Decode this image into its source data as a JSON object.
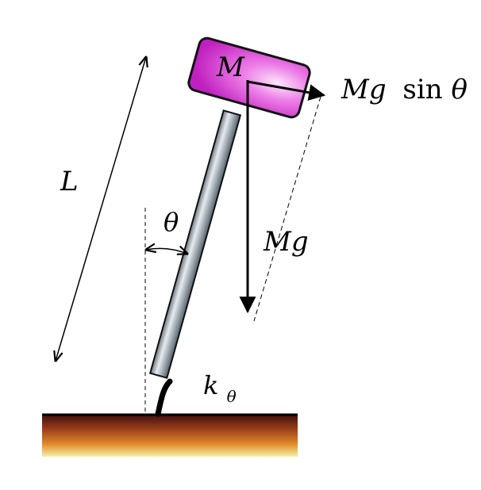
{
  "labels": {
    "length": "L",
    "mass": "M",
    "angle": "θ",
    "weight": "Mg",
    "component_main": "Mg",
    "component_func": "sin",
    "component_angle": "θ",
    "spring_k": "k",
    "spring_sub": "θ"
  },
  "colors": {
    "mass_fill_light": "#f6c7f4",
    "mass_fill": "#e63fe0",
    "mass_fill_dark": "#c020c0",
    "mass_stroke": "#111111",
    "rod_light": "#e6ecf1",
    "rod_mid": "#9aa5ad",
    "rod_dark": "#5a646b",
    "ground_top": "#3a0d0d",
    "ground_mid": "#9a3d1a",
    "ground_low": "#e08a2a",
    "ground_bottom": "#f7f0a8",
    "ink": "#000000"
  }
}
